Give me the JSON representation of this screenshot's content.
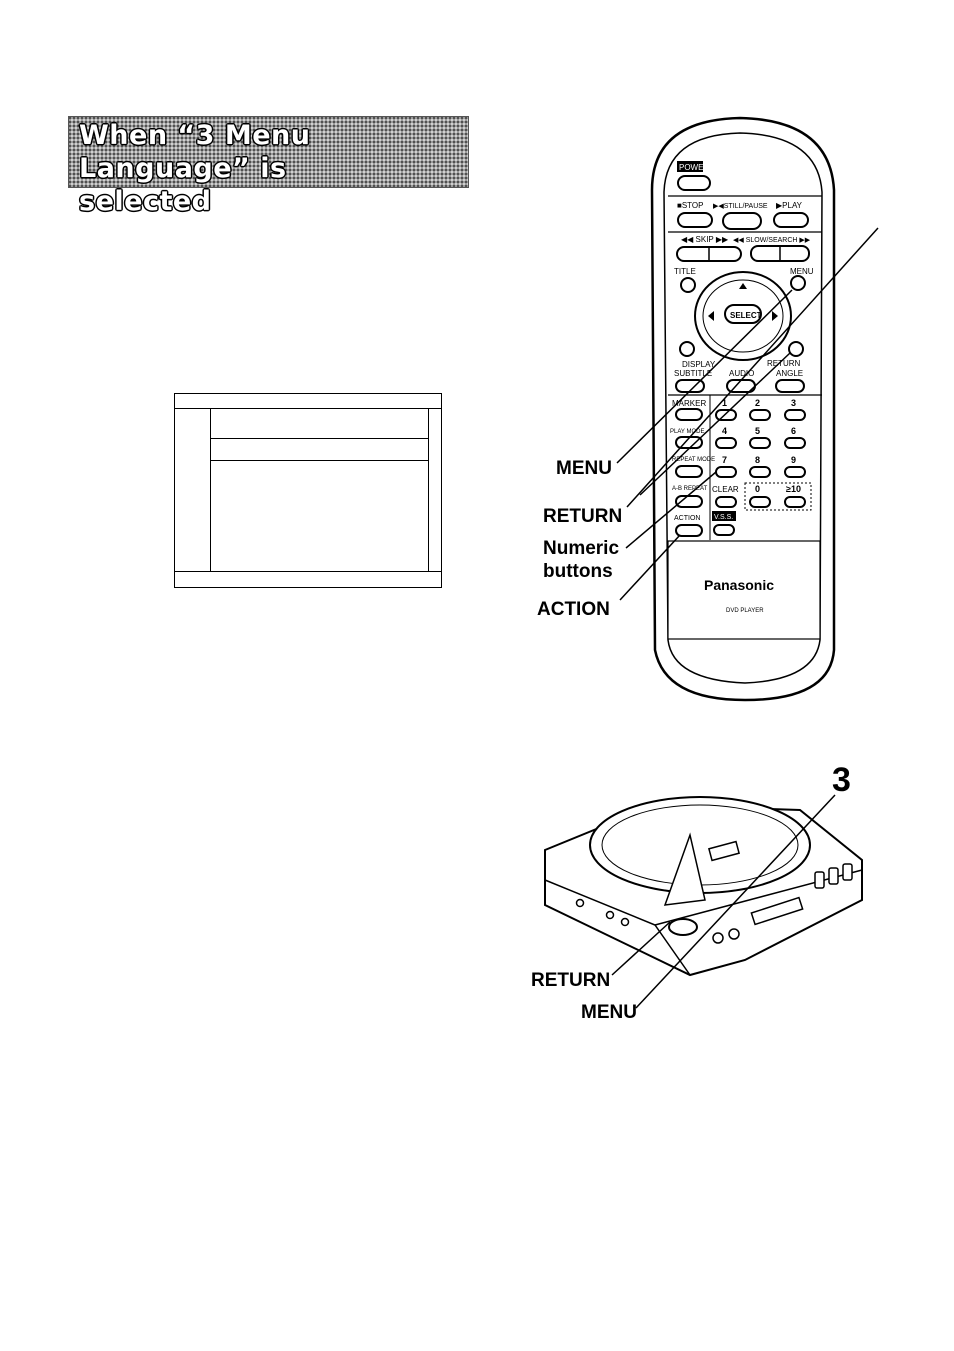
{
  "heading": {
    "line1": "When “3 Menu Language” is",
    "line2": "selected"
  },
  "remote": {
    "brand": "Panasonic",
    "model_label": "DVD PLAYER",
    "buttons": {
      "power": "POWER",
      "stop": "■STOP",
      "still_pause": "▶◀STILL/PAUSE",
      "play": "▶PLAY",
      "skip": "◀◀ SKIP ▶▶",
      "slow_search": "◀◀ SLOW/SEARCH ▶▶",
      "title": "TITLE",
      "menu": "MENU",
      "select": "SELECT",
      "display": "DISPLAY",
      "return": "RETURN",
      "subtitle": "SUBTITLE",
      "audio": "AUDIO",
      "angle": "ANGLE",
      "marker": "MARKER",
      "play_mode": "PLAY MODE",
      "repeat_mode": "REPEAT MODE",
      "ab_repeat": "A-B REPEAT",
      "clear": "CLEAR",
      "action": "ACTION",
      "vss": "V.S.S.",
      "numbers": [
        "1",
        "2",
        "3",
        "4",
        "5",
        "6",
        "7",
        "8",
        "9",
        "0",
        "≥10"
      ]
    }
  },
  "remote_callouts": {
    "menu": "MENU",
    "return": "RETURN",
    "numeric_line1": "Numeric",
    "numeric_line2": "buttons",
    "action": "ACTION"
  },
  "player_callouts": {
    "step": "3",
    "return": "RETURN",
    "menu": "MENU"
  }
}
